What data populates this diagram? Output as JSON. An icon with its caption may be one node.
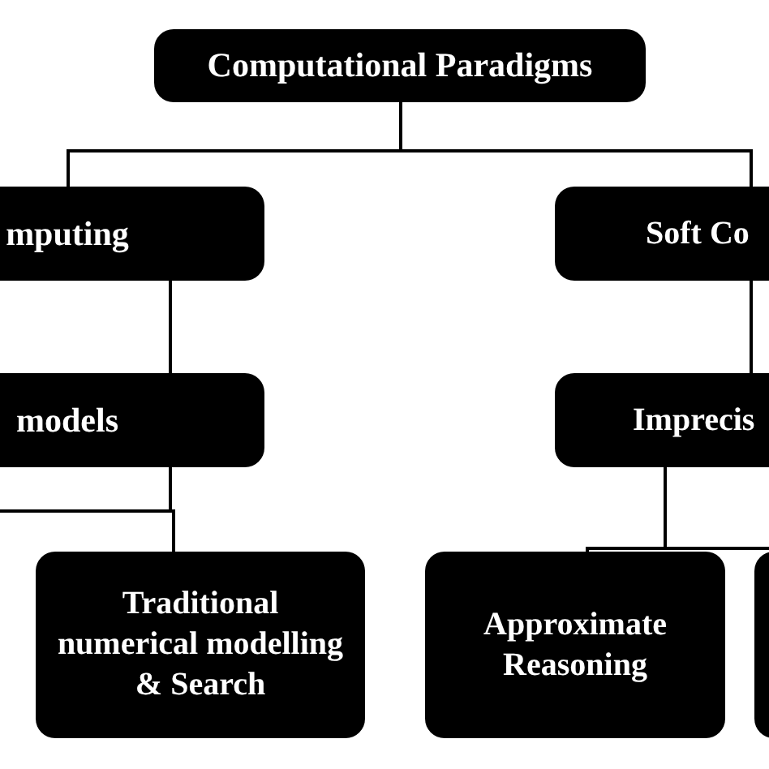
{
  "diagram": {
    "nodes": [
      {
        "text": [
          "Computational Paradigms"
        ]
      },
      {
        "text": [
          "mputing"
        ]
      },
      {
        "text": [
          "Soft Co"
        ]
      },
      {
        "text": [
          "models"
        ]
      },
      {
        "text": [
          "Imprecis"
        ]
      },
      {
        "text": [
          "Traditional numerical modelling & Search"
        ]
      },
      {
        "text": [
          "Approximate Reasoning"
        ]
      },
      {
        "text": [],
        "shape": "box"
      }
    ],
    "edges": [
      {
        "from": 0,
        "to": 1,
        "arrow": "none"
      },
      {
        "from": 0,
        "to": 2,
        "arrow": "none"
      },
      {
        "from": 1,
        "to": 3,
        "arrow": "none"
      },
      {
        "from": 2,
        "to": 4,
        "arrow": "none"
      },
      {
        "from": 3,
        "to": null,
        "arrow": "none"
      },
      {
        "from": 3,
        "to": 5,
        "arrow": "none"
      },
      {
        "from": 4,
        "to": 6,
        "arrow": "none"
      },
      {
        "from": 4,
        "to": 7,
        "arrow": "none"
      }
    ]
  }
}
